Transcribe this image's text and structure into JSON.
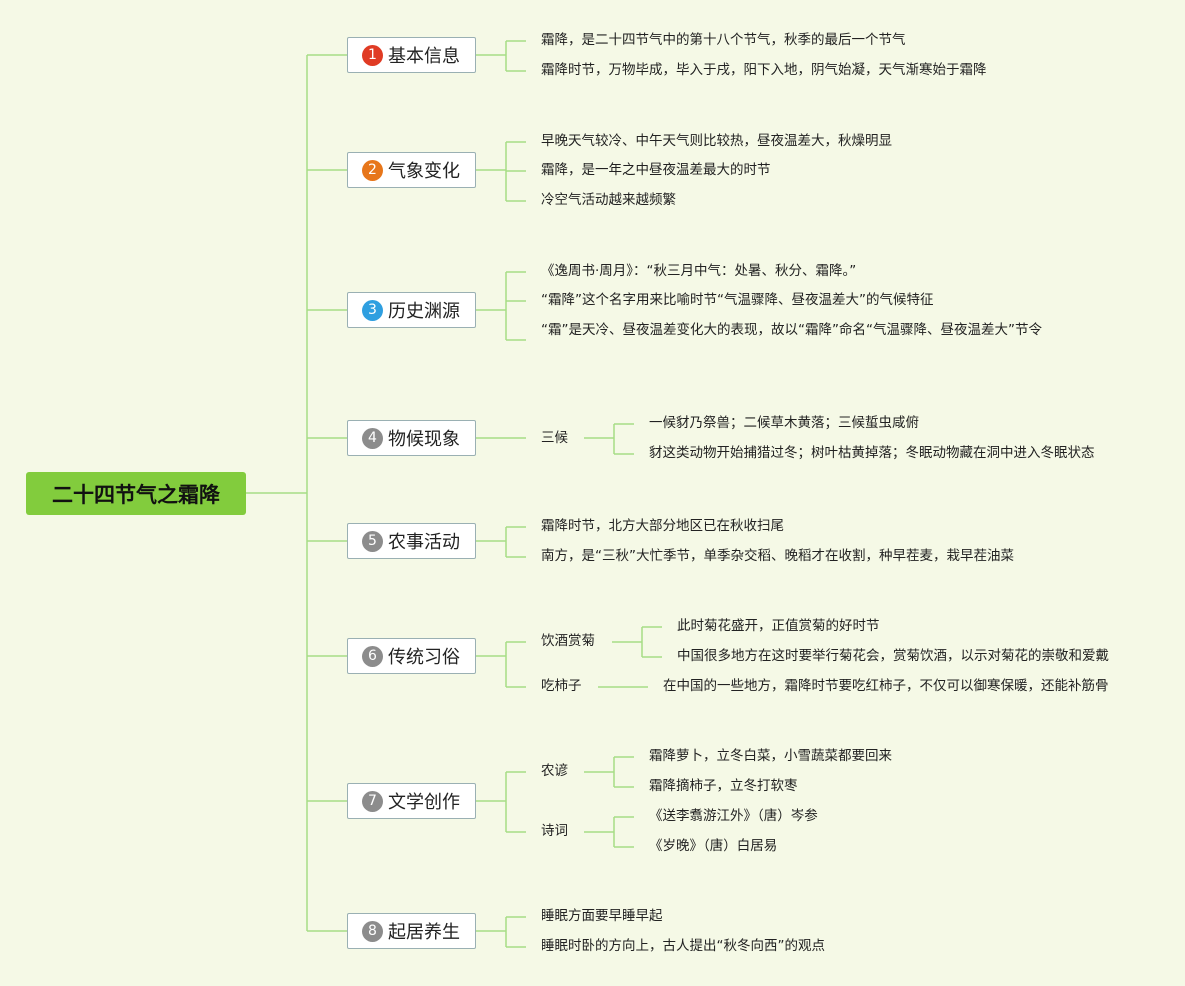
{
  "title": "二十四节气之霜降",
  "colors": {
    "line": "#a6dd85",
    "root_bg": "#82cc3d",
    "badge_red": "#e03b24",
    "badge_orange": "#e7761a",
    "badge_blue": "#2f9fe0",
    "badge_gray": "#8c8c8c"
  },
  "branches": [
    {
      "num": "1",
      "label": "基本信息",
      "color": "#e03b24",
      "items": [
        "霜降，是二十四节气中的第十八个节气，秋季的最后一个节气",
        "霜降时节，万物毕成，毕入于戌，阳下入地，阴气始凝，天气渐寒始于霜降"
      ]
    },
    {
      "num": "2",
      "label": "气象变化",
      "color": "#e7761a",
      "items": [
        "早晚天气较冷、中午天气则比较热，昼夜温差大，秋燥明显",
        "霜降，是一年之中昼夜温差最大的时节",
        "冷空气活动越来越频繁"
      ]
    },
    {
      "num": "3",
      "label": "历史渊源",
      "color": "#2f9fe0",
      "items": [
        "《逸周书·周月》：“秋三月中气：处暑、秋分、霜降。”",
        "“霜降”这个名字用来比喻时节“气温骤降、昼夜温差大”的气候特征",
        "“霜”是天冷、昼夜温差变化大的表现，故以“霜降”命名“气温骤降、昼夜温差大”节令"
      ]
    },
    {
      "num": "4",
      "label": "物候现象",
      "color": "#8c8c8c",
      "sub": [
        {
          "label": "三候",
          "items": [
            "一候豺乃祭兽；二候草木黄落；三候蜇虫咸俯",
            "豺这类动物开始捕猎过冬；树叶枯黄掉落；冬眠动物藏在洞中进入冬眠状态"
          ]
        }
      ]
    },
    {
      "num": "5",
      "label": "农事活动",
      "color": "#8c8c8c",
      "items": [
        "霜降时节，北方大部分地区已在秋收扫尾",
        "南方，是“三秋”大忙季节，单季杂交稻、晚稻才在收割，种早茬麦，栽早茬油菜"
      ]
    },
    {
      "num": "6",
      "label": "传统习俗",
      "color": "#8c8c8c",
      "sub": [
        {
          "label": "饮酒赏菊",
          "items": [
            "此时菊花盛开，正值赏菊的好时节",
            "中国很多地方在这时要举行菊花会，赏菊饮酒，以示对菊花的崇敬和爱戴"
          ]
        },
        {
          "label": "吃柿子",
          "items": [
            "在中国的一些地方，霜降时节要吃红柿子，不仅可以御寒保暖，还能补筋骨"
          ]
        }
      ]
    },
    {
      "num": "7",
      "label": "文学创作",
      "color": "#8c8c8c",
      "sub": [
        {
          "label": "农谚",
          "items": [
            "霜降萝卜，立冬白菜，小雪蔬菜都要回来",
            "霜降摘柿子，立冬打软枣"
          ]
        },
        {
          "label": "诗词",
          "items": [
            "《送李翥游江外》（唐）岑参",
            "《岁晚》（唐）白居易"
          ]
        }
      ]
    },
    {
      "num": "8",
      "label": "起居养生",
      "color": "#8c8c8c",
      "items": [
        "睡眠方面要早睡早起",
        "睡眠时卧的方向上，古人提出“秋冬向西”的观点"
      ]
    }
  ]
}
